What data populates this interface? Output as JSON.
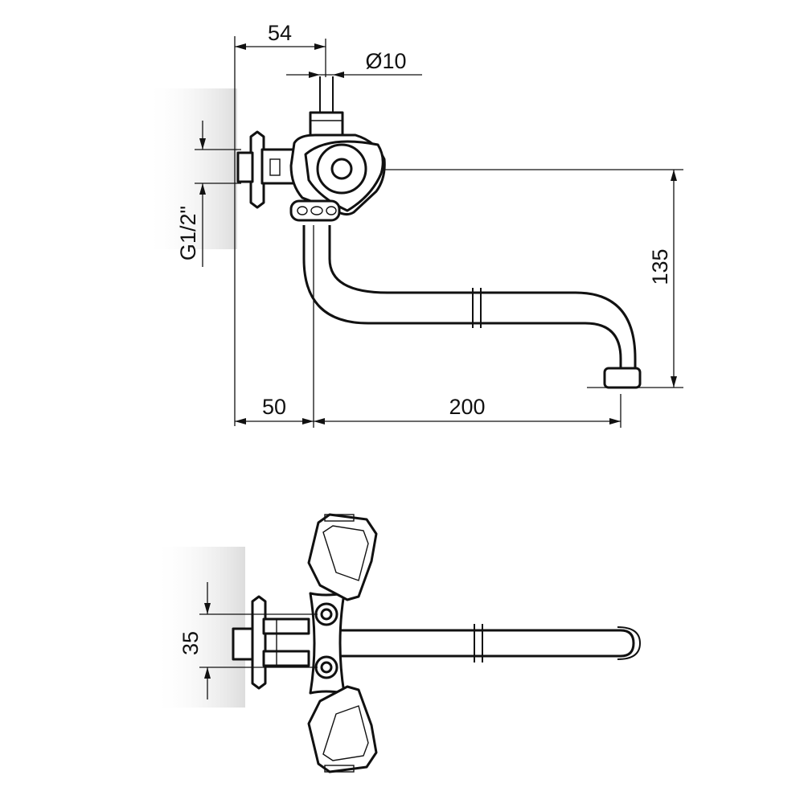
{
  "dimensions": {
    "top_width": "54",
    "pipe_diameter": "Ø10",
    "thread": "G1/2\"",
    "spout_height": "135",
    "wall_offset": "50",
    "spout_reach": "200",
    "inlet_spacing": "35"
  },
  "colors": {
    "line": "#111111",
    "background": "#ffffff",
    "wall_shadow": "#dcdcdc"
  }
}
